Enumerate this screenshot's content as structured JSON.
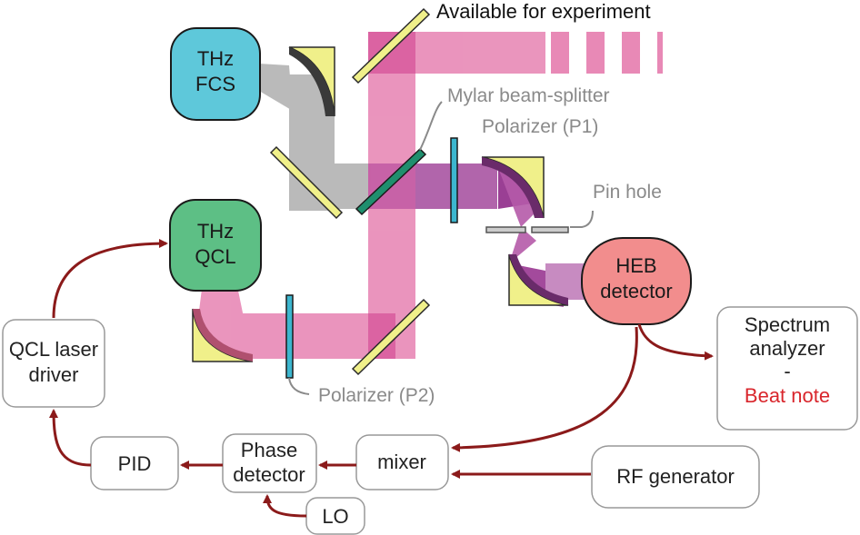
{
  "labels": {
    "available": "Available for experiment",
    "mylar": "Mylar beam-splitter",
    "polarizer_p1": "Polarizer (P1)",
    "polarizer_p2": "Polarizer (P2)",
    "pinhole": "Pin hole"
  },
  "components": {
    "fcs": {
      "line1": "THz",
      "line2": "FCS"
    },
    "qcl": {
      "line1": "THz",
      "line2": "QCL"
    },
    "heb": {
      "line1": "HEB",
      "line2": "detector"
    }
  },
  "boxes": {
    "spectrum": {
      "line1": "Spectrum",
      "line2": "analyzer",
      "line3": "-",
      "line4": "Beat note"
    },
    "driver": {
      "line1": "QCL laser",
      "line2": "driver"
    },
    "pid": "PID",
    "phase": {
      "line1": "Phase",
      "line2": "detector"
    },
    "mixer": "mixer",
    "rf": "RF generator",
    "lo": "LO"
  },
  "colors": {
    "beam_pink": "#e889b6",
    "beam_purple": "#a34a9c",
    "beam_grey": "#b3b3b3",
    "fcs_fill": "#5ec8da",
    "qcl_fill": "#5dbf85",
    "heb_fill": "#f28d8d",
    "mirror_fill": "#f0f08a",
    "polarizer": "#3cb6cf",
    "splitter": "#1f8f6e",
    "arrow": "#8b1a1a",
    "beat_note": "#d9262c",
    "label_grey": "#8a8a8a"
  }
}
